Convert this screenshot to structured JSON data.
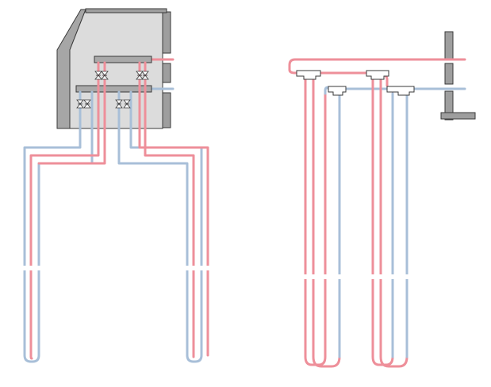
{
  "colors": {
    "supply": "#ee8f9a",
    "return": "#a8bfd8",
    "wall_fill": "#9e9e9e",
    "wall_stroke": "#3a3a3a",
    "cabinet_fill": "#dcdcdc",
    "cabinet_side": "#a6a6a6",
    "manifold_fill": "#a9a9a9",
    "background": "#ffffff"
  },
  "diagrams": [
    {
      "id": "manifold-system",
      "icon": "distribution-manifold-with-valves"
    },
    {
      "id": "tee-system",
      "icon": "pipe-tee-fittings"
    }
  ]
}
